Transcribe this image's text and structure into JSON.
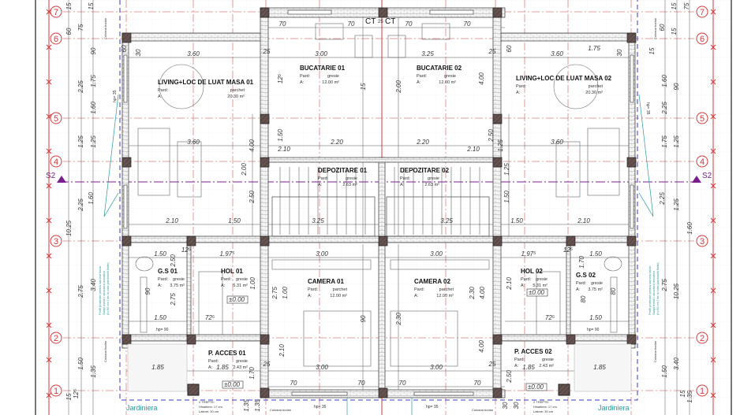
{
  "drawing": {
    "axes_rows": [
      "7",
      "6",
      "5",
      "4",
      "3",
      "2",
      "1"
    ],
    "section_mark": "S2",
    "center_note": {
      "left": "CT",
      "mid": "25",
      "right": "CT"
    },
    "rooms": [
      {
        "name": "LIVING+LOC DE LUAT MASA 01",
        "floor_label": "Pard:",
        "floor": "parchet",
        "area_label": "A:",
        "area": "20.30 m²"
      },
      {
        "name": "BUCATARIE 01",
        "floor_label": "Pard:",
        "floor": "gresie",
        "area_label": "A:",
        "area": "12.00 m²"
      },
      {
        "name": "BUCATARIE 02",
        "floor_label": "Pard:",
        "floor": "gresie",
        "area_label": "A:",
        "area": "12.00 m²"
      },
      {
        "name": "LIVING+LOC DE LUAT MASA 02",
        "floor_label": "Pard:",
        "floor": "parchet",
        "area_label": "A:",
        "area": "20.30 m²"
      },
      {
        "name": "DEPOZITARE 01",
        "floor_label": "Pard:",
        "floor": "gresie",
        "area_label": "A:",
        "area": "2.63 m²"
      },
      {
        "name": "DEPOZITARE 02",
        "floor_label": "Pard:",
        "floor": "gresie",
        "area_label": "A:",
        "area": "2.63 m²"
      },
      {
        "name": "G.S 01",
        "floor_label": "Pard:",
        "floor": "gresie",
        "area_label": "A:",
        "area": "3.75 m²"
      },
      {
        "name": "HOL 01",
        "floor_label": "Pard:",
        "floor": "gresie",
        "area_label": "A:",
        "area": "5.31 m²"
      },
      {
        "name": "CAMERA 01",
        "floor_label": "Pard:",
        "floor": "parchet",
        "area_label": "A:",
        "area": "12.00 m²"
      },
      {
        "name": "CAMERA 02",
        "floor_label": "Pard:",
        "floor": "parchet",
        "area_label": "A:",
        "area": "12.00 m²"
      },
      {
        "name": "HOL 02",
        "floor_label": "Pard:",
        "floor": "gresie",
        "area_label": "A:",
        "area": "5.31 m²"
      },
      {
        "name": "G.S 02",
        "floor_label": "Pard:",
        "floor": "gresie",
        "area_label": "A:",
        "area": "3.75 m²"
      },
      {
        "name": "P. ACCES 01",
        "floor_label": "Pard:",
        "floor": "gresie",
        "area_label": "A:",
        "area": "2.43 m²"
      },
      {
        "name": "P. ACCES 02",
        "floor_label": "Pard:",
        "floor": "gresie",
        "area_label": "A:",
        "area": "2.43 m²"
      }
    ],
    "level_marks": [
      "±0.00",
      "±0.00",
      "±0.00",
      "±0.00"
    ],
    "planter_label": "Jardiniera",
    "window_sill_labels": [
      "hp= 90",
      "hp= 90",
      "hp= 35",
      "hp= 35",
      "hp= 35",
      "hp= 35"
    ],
    "notes": {
      "downpipe": "Coloana burlan",
      "stairs": "2 TREPTE:",
      "stairs_riser": "Hinaltime: 17 cm",
      "stairs_tread": "Latime: 30 cm",
      "slope_protection": "Profil protectie pentru sarcina tabla",
      "slope_protection_2": "Stalpi metal / structura metalica",
      "slope_protection_3": "(h=90 cm / de la cota pardoselii finite)"
    },
    "dimension_labels": [
      "3.60",
      "3.00",
      "3.25",
      "3.60",
      "1.75",
      "3.60",
      "2.10",
      "2.20",
      "2.20",
      "2.10",
      "3.60",
      "2.10",
      "1.50",
      "3.25",
      "3.25",
      "1.50",
      "2.10",
      "1.50",
      "1.97⁵",
      "3.00",
      "3.00",
      "1.97⁵",
      "1.50",
      "1.50",
      "72⁵",
      "72⁵",
      "1.50",
      "1.85",
      "1.85",
      "3.00",
      "3.00",
      "1.85",
      "1.85",
      "70",
      "70",
      "70",
      "70",
      "70",
      "70",
      "70",
      "70",
      "25",
      "25",
      "25",
      "25",
      "12⁵",
      "12⁵",
      "60",
      "60",
      "15",
      "60",
      "75",
      "15",
      "90",
      "2.25",
      "1.60",
      "1.75",
      "1.25",
      "1.25",
      "2.25",
      "1.60",
      "10.25",
      "2.75",
      "3.40",
      "1.50",
      "1.35",
      "15",
      "12⁵",
      "15",
      "15",
      "60",
      "75",
      "15",
      "90",
      "2.25",
      "1.60",
      "1.75",
      "1.25",
      "1.25",
      "2.25",
      "1.60",
      "10.25",
      "2.75",
      "3.40",
      "1.50",
      "1.35",
      "15",
      "12⁵",
      "15",
      "2.00",
      "4.00",
      "4.00",
      "2.00",
      "1.50",
      "2.50",
      "1.25",
      "1.25",
      "2.50",
      "1.50",
      "1.00",
      "1.00",
      "2.75",
      "2.10",
      "90",
      "2.30",
      "4.00",
      "4.00",
      "2.30",
      "2.10",
      "90",
      "2.75",
      "2.50",
      "1.70",
      "80",
      "80",
      "1.70",
      "2.50",
      "1.35",
      "1.35",
      "30",
      "30",
      "30",
      "30",
      "65",
      "65"
    ]
  }
}
